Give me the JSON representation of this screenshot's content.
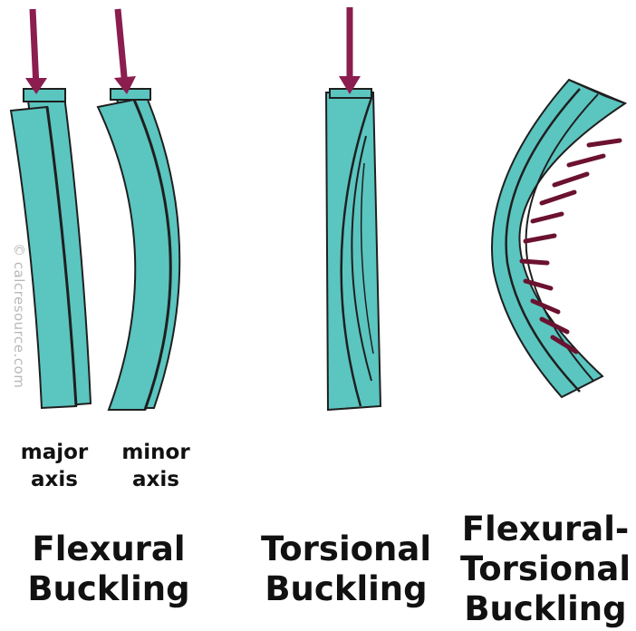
{
  "watermark": "© calcresource.com",
  "colors": {
    "member_fill": "#5bc5c0",
    "outline": "#1f1f1f",
    "arrow": "#8b1d4f",
    "twist_marks": "#6b1230"
  },
  "labels": {
    "major_axis": "major\naxis",
    "minor_axis": "minor\naxis",
    "flexural_line1": "Flexural",
    "flexural_line2": "Buckling",
    "torsional_line1": "Torsional",
    "torsional_line2": "Buckling",
    "ft_line1": "Flexural-",
    "ft_line2": "Torsional",
    "ft_line3": "Buckling"
  }
}
